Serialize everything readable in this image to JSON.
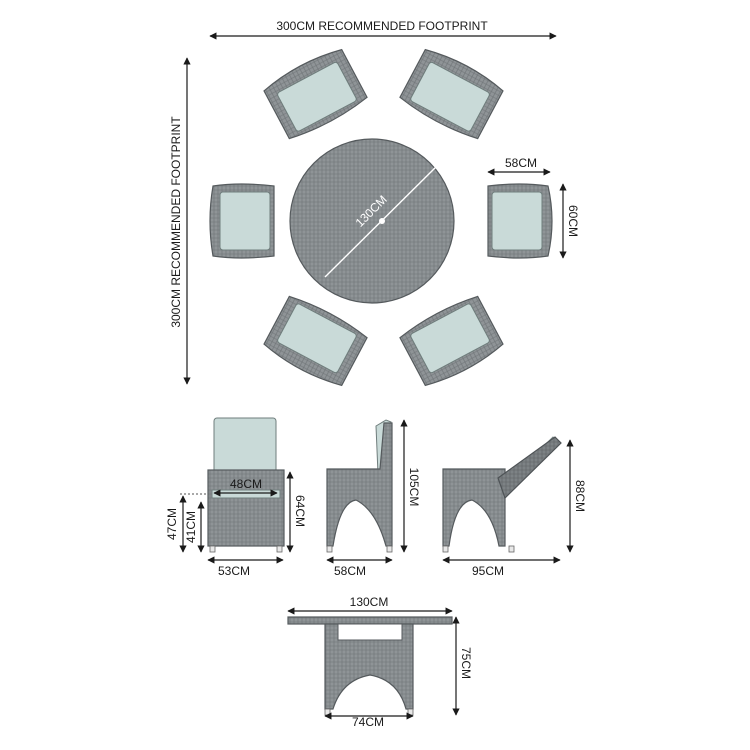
{
  "labels": {
    "footprint_horizontal": "300CM RECOMMENDED FOOTPRINT",
    "footprint_vertical": "300CM RECOMMENDED FOOTPRINT",
    "table_diameter": "130CM",
    "chair_width_top": "58CM",
    "chair_depth_top": "60CM",
    "seat_width": "48CM",
    "seat_height_cushion": "47CM",
    "seat_height_frame": "41CM",
    "arm_height": "64CM",
    "chair_front_width": "53CM",
    "chair_side_depth": "58CM",
    "chair_height": "105CM",
    "reclined_depth": "95CM",
    "reclined_height": "88CM",
    "table_top_width": "130CM",
    "table_height": "75CM",
    "table_base_width": "74CM"
  },
  "colors": {
    "wicker": "#8e9396",
    "cushion": "#c9dad8",
    "dimension_line": "#1a1a1a"
  }
}
